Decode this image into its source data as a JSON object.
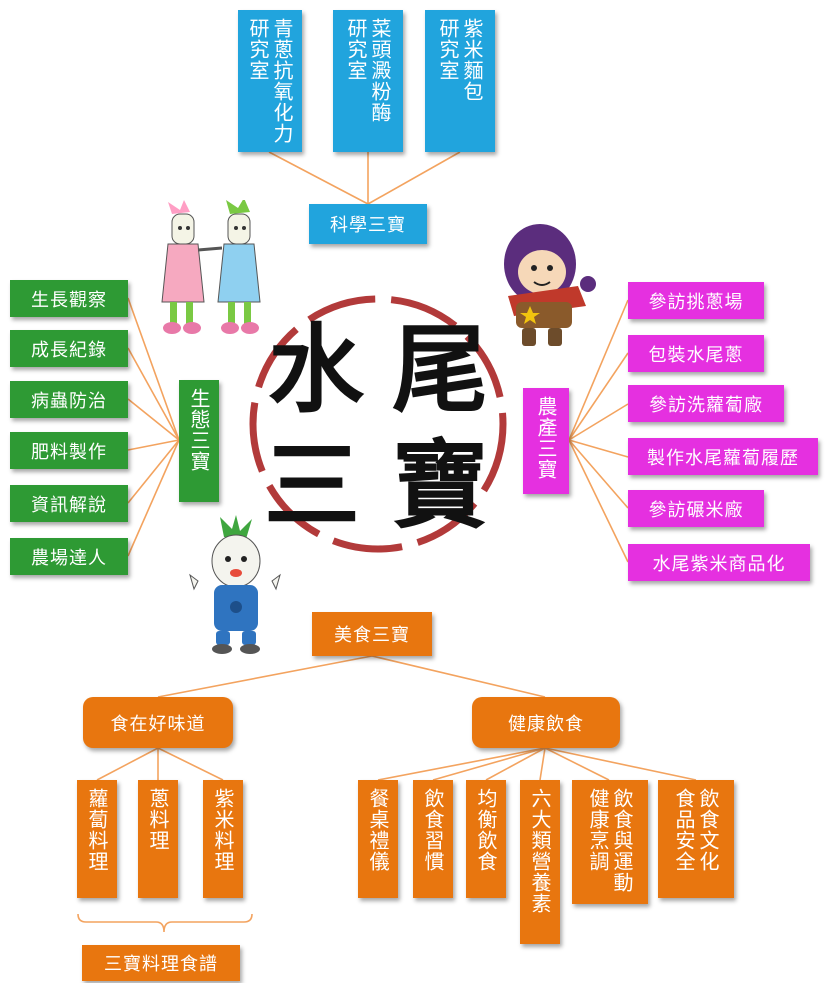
{
  "title": {
    "line1": "水尾",
    "line2": "三寶",
    "chars": [
      "水",
      "尾",
      "三",
      "寶"
    ]
  },
  "science": {
    "label": "科學三寶",
    "items": [
      {
        "cols": [
          "青蔥抗氧化力",
          "研究室"
        ]
      },
      {
        "cols": [
          "菜頭澱粉酶",
          "研究室"
        ]
      },
      {
        "cols": [
          "紫米麵包",
          "研究室"
        ]
      }
    ]
  },
  "ecology": {
    "label": "生態三寶",
    "items": [
      "生長觀察",
      "成長紀錄",
      "病蟲防治",
      "肥料製作",
      "資訊解說",
      "農場達人"
    ]
  },
  "agri": {
    "label": "農產三寶",
    "items": [
      "參訪挑蔥場",
      "包裝水尾蔥",
      "參訪洗蘿蔔廠",
      "製作水尾蘿蔔履歷",
      "參訪碾米廠",
      "水尾紫米商品化"
    ]
  },
  "food": {
    "label": "美食三寶",
    "taste": {
      "label": "食在好味道",
      "items": [
        {
          "cols": [
            "蘿蔔料理"
          ]
        },
        {
          "cols": [
            "蔥料理"
          ]
        },
        {
          "cols": [
            "紫米料理"
          ]
        }
      ],
      "recipe_label": "三寶料理食譜"
    },
    "health": {
      "label": "健康飲食",
      "items": [
        {
          "cols": [
            "餐桌禮儀"
          ]
        },
        {
          "cols": [
            "飲食習慣"
          ]
        },
        {
          "cols": [
            "均衡飲食"
          ]
        },
        {
          "cols": [
            "六大類營養素"
          ]
        },
        {
          "cols": [
            "飲食與運動",
            "健康烹調"
          ]
        },
        {
          "cols": [
            "飲食文化",
            "食品安全"
          ]
        }
      ]
    }
  },
  "colors": {
    "science": "#21a4dd",
    "ecology": "#2e9a34",
    "agri": "#e530e0",
    "food": "#e8760f",
    "connector": "#f3a35f",
    "ring": "#b23a3a"
  },
  "mascots": [
    "onion-twins-mascot",
    "purple-sweet-potato-mascot",
    "radish-mascot"
  ]
}
